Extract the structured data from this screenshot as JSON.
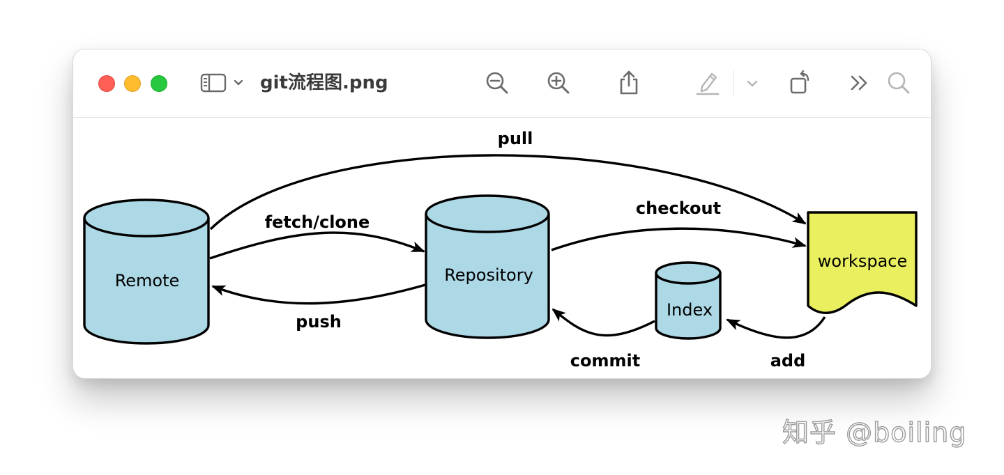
{
  "window": {
    "title": "git流程图.png",
    "toolbar": {
      "sidebar_toggle": "sidebar-icon",
      "zoom_out": "zoom-out-icon",
      "zoom_in": "zoom-in-icon",
      "share": "share-icon",
      "markup": "pencil-icon",
      "markup_menu": "chevron-down-icon",
      "rotate": "rotate-icon",
      "more": "double-chevron-right-icon",
      "search": "search-icon"
    },
    "traffic_lights": {
      "close": "#ff5f57",
      "minimize": "#febc2e",
      "maximize": "#28c840"
    }
  },
  "diagram": {
    "nodes": {
      "remote": "Remote",
      "repository": "Repository",
      "index": "Index",
      "workspace": "workspace"
    },
    "edges": {
      "pull": "pull",
      "fetch_clone": "fetch/clone",
      "push": "push",
      "checkout": "checkout",
      "commit": "commit",
      "add": "add"
    },
    "colors": {
      "cylinder_fill": "#add8e6",
      "workspace_fill": "#e9ef5e",
      "stroke": "#000000"
    }
  },
  "watermark": "知乎 @boiling"
}
